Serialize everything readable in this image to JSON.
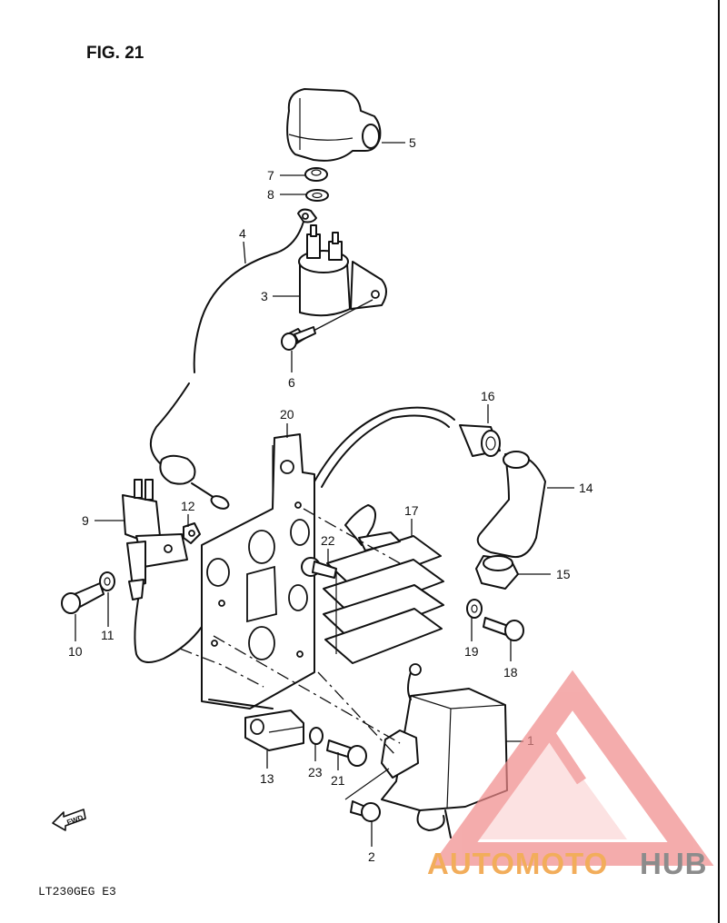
{
  "figure_title": "FIG. 21",
  "model_code": "LT230GEG  E3",
  "forward_label": "FWD",
  "watermark": {
    "brand_part1": "AUTOMOTO",
    "brand_part2": "HUB",
    "accent_color": "#f2ad5b",
    "logo_color": "#f08a8a"
  },
  "parts": [
    {
      "num": "1"
    },
    {
      "num": "2"
    },
    {
      "num": "3"
    },
    {
      "num": "4"
    },
    {
      "num": "5"
    },
    {
      "num": "6"
    },
    {
      "num": "7"
    },
    {
      "num": "8"
    },
    {
      "num": "9"
    },
    {
      "num": "10"
    },
    {
      "num": "11"
    },
    {
      "num": "12"
    },
    {
      "num": "13"
    },
    {
      "num": "14"
    },
    {
      "num": "15"
    },
    {
      "num": "16"
    },
    {
      "num": "17"
    },
    {
      "num": "18"
    },
    {
      "num": "19"
    },
    {
      "num": "20"
    },
    {
      "num": "21"
    },
    {
      "num": "22"
    },
    {
      "num": "23"
    }
  ]
}
